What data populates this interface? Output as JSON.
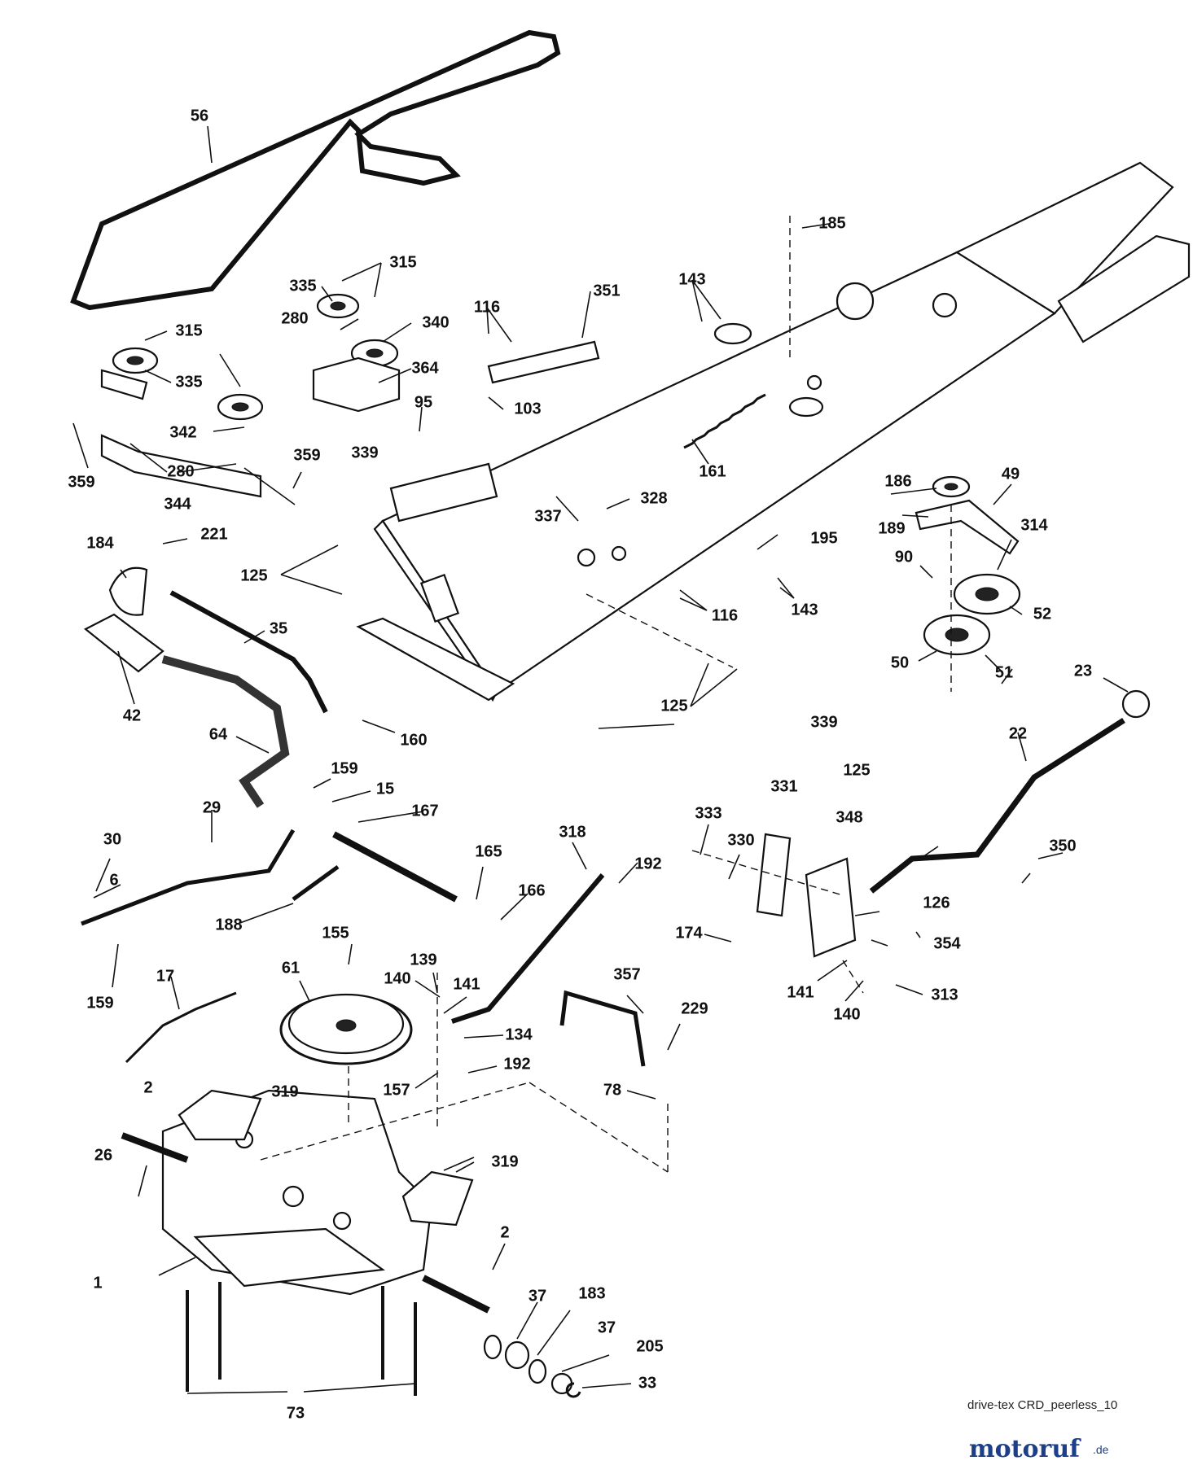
{
  "footer": {
    "drawing_id": "drive-tex CRD_peerless_10"
  },
  "watermark": {
    "text": "motoruf",
    "suffix": ".de"
  },
  "part_labels": [
    "56",
    "315",
    "335",
    "280",
    "340",
    "364",
    "116",
    "351",
    "103",
    "143",
    "185",
    "315",
    "335",
    "342",
    "280",
    "359",
    "344",
    "359",
    "95",
    "339",
    "161",
    "186",
    "49",
    "189",
    "314",
    "90",
    "52",
    "50",
    "51",
    "221",
    "184",
    "125",
    "35",
    "42",
    "160",
    "116",
    "125",
    "195",
    "143",
    "23",
    "22",
    "64",
    "159",
    "15",
    "167",
    "29",
    "30",
    "6",
    "188",
    "159",
    "165",
    "166",
    "318",
    "192",
    "17",
    "61",
    "155",
    "139",
    "140",
    "141",
    "134",
    "192",
    "157",
    "2",
    "319",
    "26",
    "319",
    "1",
    "2",
    "37",
    "183",
    "37",
    "205",
    "33",
    "73",
    "339",
    "125",
    "331",
    "348",
    "333",
    "330",
    "126",
    "354",
    "350",
    "174",
    "141",
    "140",
    "313",
    "357",
    "229",
    "78",
    "337",
    "328"
  ]
}
